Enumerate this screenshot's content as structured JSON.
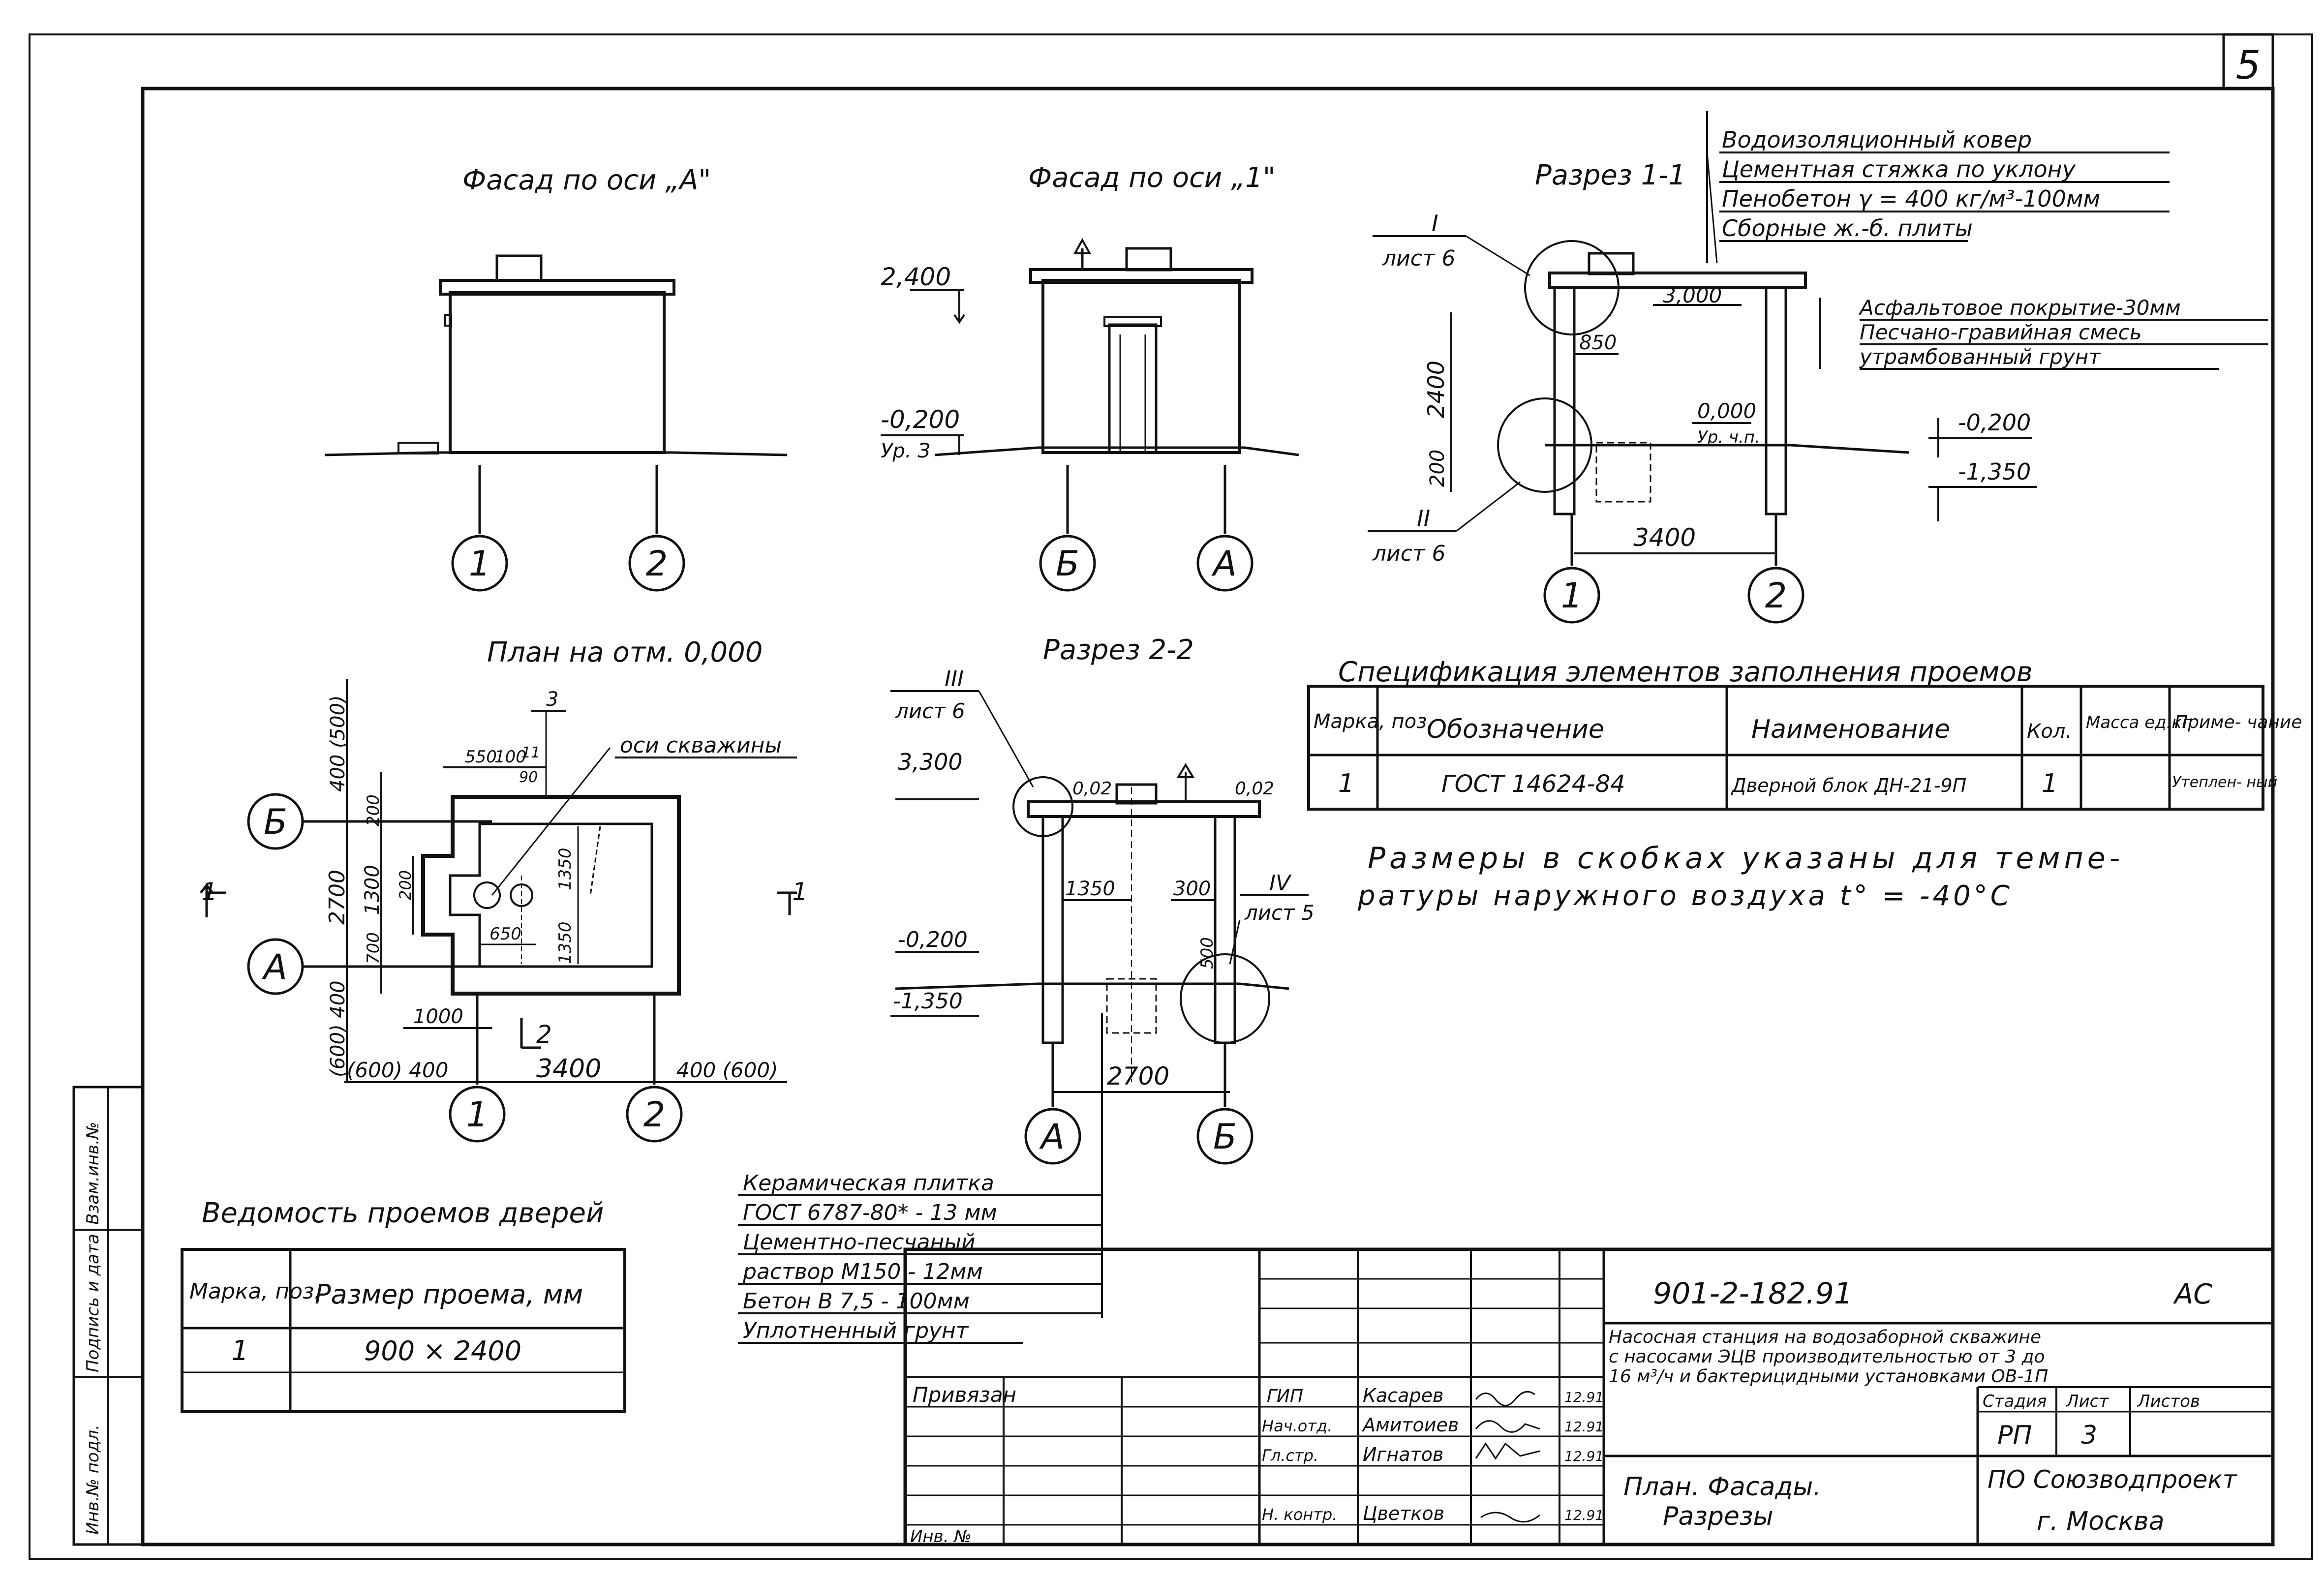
{
  "sheet": {
    "page_number": "5",
    "project_code": "901-2-182.91",
    "section_mark": "АС",
    "project_title_lines": [
      "Насосная станция на водозаборной скважине",
      "с насосами ЭЦВ производительностью от 3 до",
      "16 м³/ч и бактерицидными установками ОВ-1П"
    ],
    "stage_header": "Стадия",
    "sheet_header": "Лист",
    "sheets_header": "Листов",
    "stage": "РП",
    "sheet_no": "3",
    "drawing_title_lines": [
      "План. Фасады.",
      "Разрезы"
    ],
    "organization_lines": [
      "ПО Союзводпроект",
      "г. Москва"
    ],
    "privyazan": "Привязан",
    "inv_no": "Инв. №",
    "roles": [
      "ГИП",
      "Нач.отд.",
      "Гл.стр.",
      "Н. контр."
    ],
    "names": [
      "Касарев",
      "Амитоиев",
      "Игнатов",
      "Цветков"
    ],
    "dates": [
      "12.91",
      "12.91",
      "12.91",
      "12.91"
    ],
    "side_stamp": [
      "Инв.№ подл.",
      "Подпись и дата",
      "Взам.инв.№"
    ]
  },
  "views": {
    "facade_a": {
      "title": "Фасад по оси „А\"",
      "axes": [
        "1",
        "2"
      ]
    },
    "facade_1": {
      "title": "Фасад по оси „1\"",
      "levels": [
        "2,400",
        "-0,200",
        "Ур. З"
      ],
      "axes": [
        "Б",
        "А"
      ]
    },
    "section_1_1": {
      "title": "Разрез 1-1",
      "roof_layers": [
        "Водоизоляционный ковер",
        "Цементная стяжка по уклону",
        "Пенобетон γ = 400 кг/м³-100мм",
        "Сборные ж.-б. плиты"
      ],
      "ground_layers": [
        "Асфальтовое покрытие-30мм",
        "Песчано-гравийная смесь",
        "утрамбованный грунт"
      ],
      "levels": [
        "3,000",
        "0,000",
        "Ур. ч.п.",
        "-0,200",
        "-1,350"
      ],
      "dims": [
        "850",
        "2400",
        "200",
        "3400"
      ],
      "callouts": [
        "I",
        "лист 6",
        "II",
        "лист 6"
      ],
      "axes": [
        "1",
        "2"
      ]
    },
    "plan": {
      "title": "План на отм. 0,000",
      "well_axis": "оси скважины",
      "dims": [
        "550",
        "100",
        "90",
        "11",
        "3",
        "400 (500)",
        "200",
        "2700",
        "1300",
        "200",
        "700",
        "650",
        "1350",
        "1350",
        "1000",
        "(600) 400",
        "(600) 400",
        "3400",
        "400 (600)"
      ],
      "section_marks": [
        "1",
        "1",
        "2",
        "2"
      ],
      "axes_rows": [
        "Б",
        "А"
      ],
      "axes_cols": [
        "1",
        "2"
      ]
    },
    "section_2_2": {
      "title": "Разрез 2-2",
      "levels": [
        "3,300",
        "-0,200",
        "-1,350"
      ],
      "slopes": [
        "0,02",
        "0,02"
      ],
      "dims": [
        "1350",
        "300",
        "500",
        "2700"
      ],
      "callouts": [
        "III",
        "лист 6",
        "IV",
        "лист 5"
      ],
      "floor_layers": [
        "Керамическая плитка",
        "ГОСТ 6787-80* - 13 мм",
        "Цементно-песчаный",
        "раствор М150 - 12мм",
        "Бетон В 7,5 - 100мм",
        "Уплотненный грунт"
      ],
      "axes": [
        "А",
        "Б"
      ]
    }
  },
  "spec": {
    "title": "Спецификация элементов заполнения проемов",
    "headers": [
      "Марка, поз.",
      "Обозначение",
      "Наименование",
      "Кол.",
      "Масса ед.кг",
      "Приме- чание"
    ],
    "rows": [
      [
        "1",
        "ГОСТ 14624-84",
        "Дверной блок ДН-21-9П",
        "1",
        "",
        "Утеплен- ный"
      ]
    ]
  },
  "note": [
    "Размеры в скобках указаны для темпе-",
    "ратуры наружного воздуха t° = -40°С"
  ],
  "door_list": {
    "title": "Ведомость проемов дверей",
    "headers": [
      "Марка, поз.",
      "Размер проема, мм"
    ],
    "rows": [
      [
        "1",
        "900 × 2400"
      ]
    ]
  }
}
